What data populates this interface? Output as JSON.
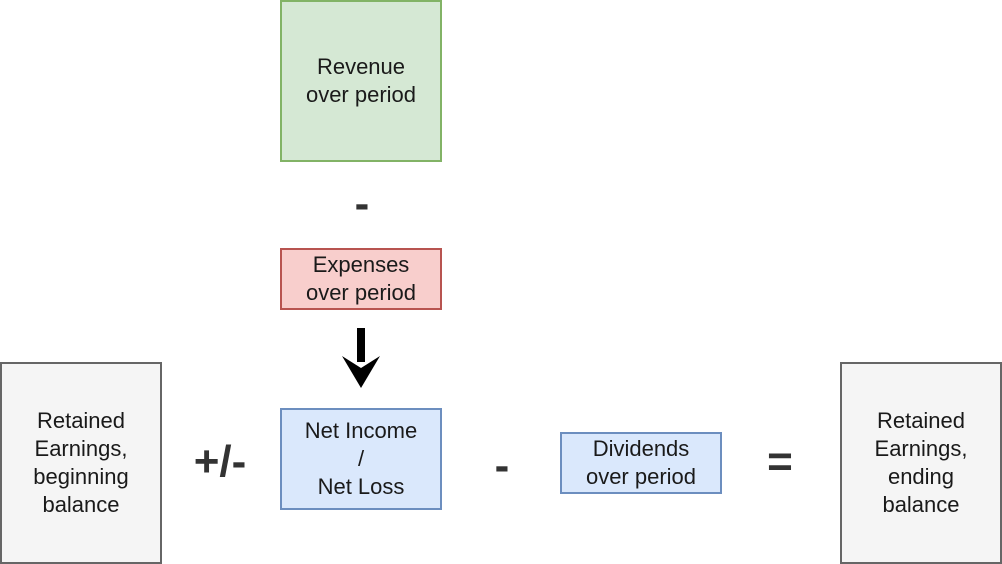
{
  "boxes": {
    "revenue": {
      "line1": "Revenue",
      "line2": "over period"
    },
    "expenses": {
      "line1": "Expenses",
      "line2": "over period"
    },
    "net_income": {
      "line1": "Net Income",
      "line2": "/",
      "line3": "Net Loss"
    },
    "dividends": {
      "line1": "Dividends",
      "line2": "over period"
    },
    "retained_begin": {
      "line1": "Retained",
      "line2": "Earnings,",
      "line3": "beginning",
      "line4": "balance"
    },
    "retained_end": {
      "line1": "Retained",
      "line2": "Earnings,",
      "line3": "ending",
      "line4": "balance"
    }
  },
  "operators": {
    "minus_expenses": "-",
    "plus_minus": "+/-",
    "minus_dividends": "-",
    "equals": "="
  },
  "colors": {
    "revenue_fill": "#d5e8d4",
    "revenue_border": "#82b366",
    "expenses_fill": "#f8cecc",
    "expenses_border": "#b85450",
    "blue_fill": "#dae8fc",
    "blue_border": "#6c8ebf",
    "grey_fill": "#f5f5f5",
    "grey_border": "#666666"
  },
  "icons": {
    "arrow": "down-arrow-icon"
  }
}
